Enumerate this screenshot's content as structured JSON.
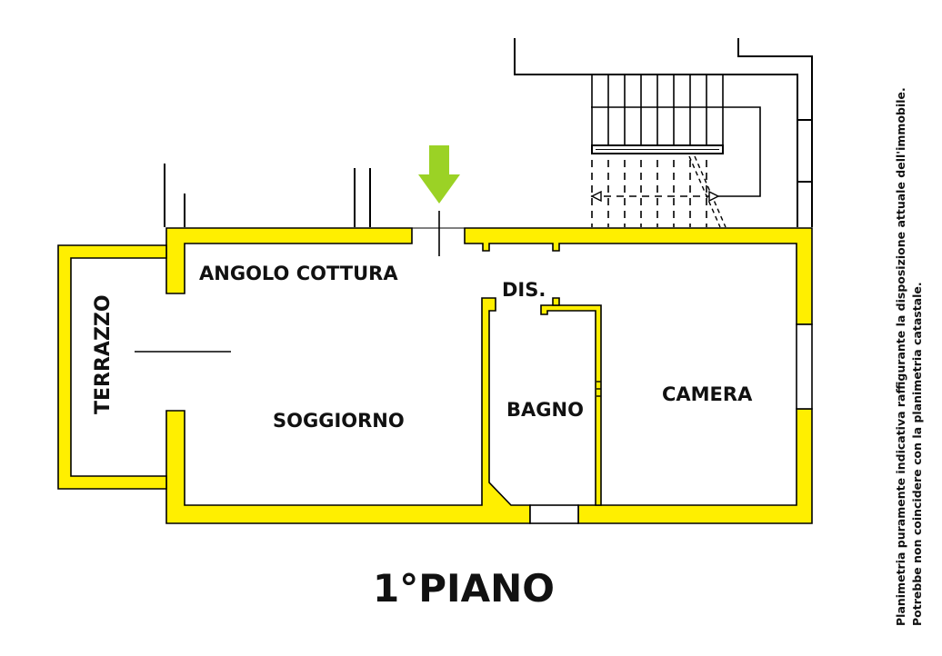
{
  "plan": {
    "rooms": {
      "angolo_cottura": "ANGOLO COTTURA",
      "dis": "DIS.",
      "terrazzo": "TERRAZZO",
      "soggiorno": "SOGGIORNO",
      "bagno": "BAGNO",
      "camera": "CAMERA"
    },
    "floor_title": "1°PIANO",
    "note_line1": "Planimetria puramente indicativa raffigurante la disposizione attuale dell'immobile.",
    "note_line2": "Potrebbe non coincidere con la planimetria catastale.",
    "colors": {
      "wall_fill": "#ffef00",
      "wall_line": "#000000",
      "arrow": "#9bd225"
    },
    "icons": {
      "entrance_arrow": "down-arrow-icon"
    }
  }
}
